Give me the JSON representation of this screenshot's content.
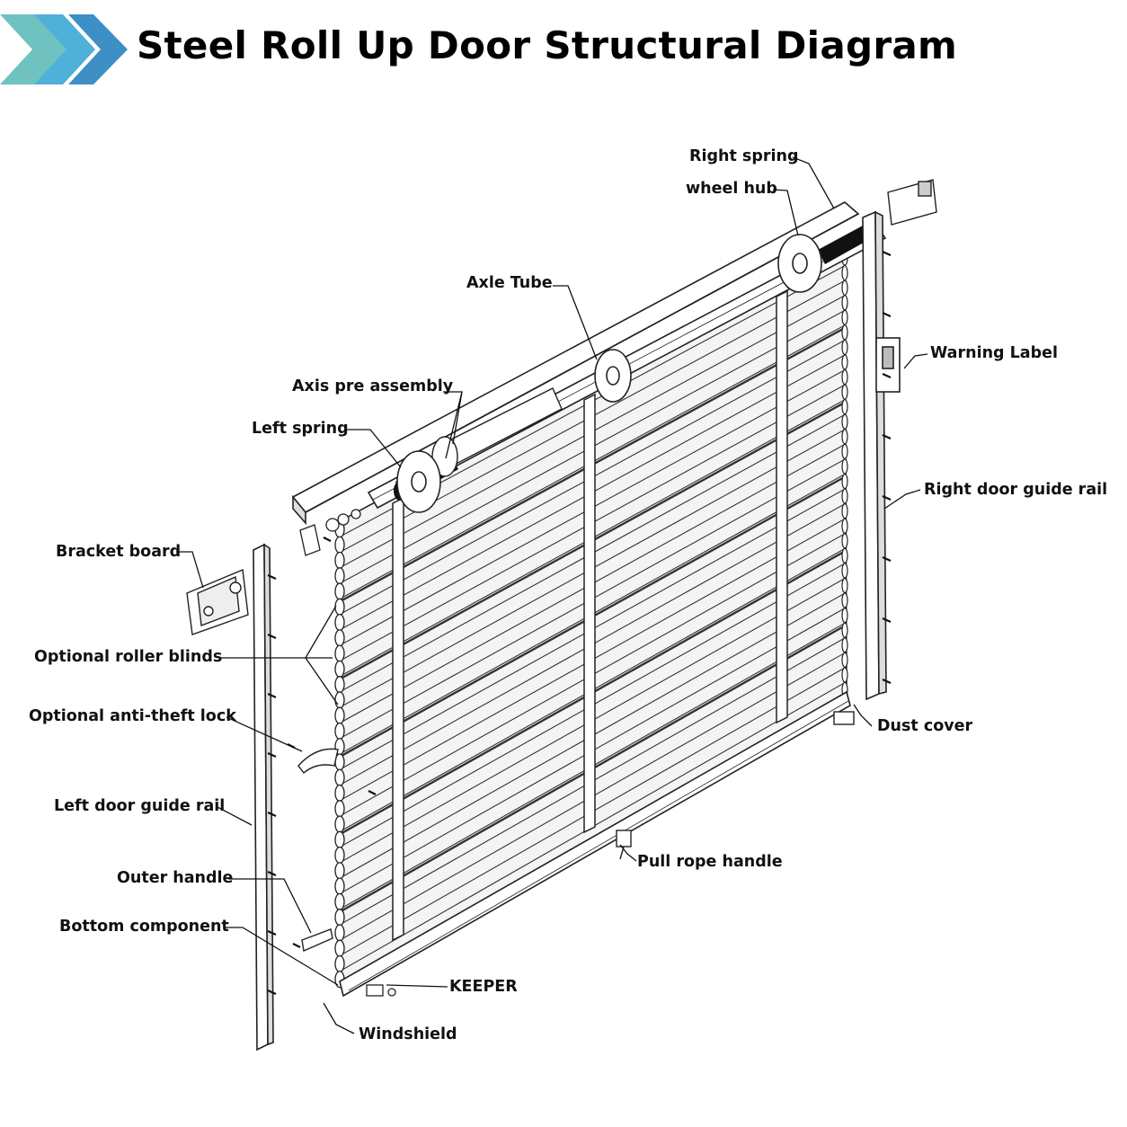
{
  "title": "Steel Roll Up Door Structural Diagram",
  "accent_colors": [
    "#4fb0d9",
    "#3d8fc6",
    "#6fc2c0"
  ],
  "icons": {
    "header": "chevron-arrows-icon"
  },
  "labels": {
    "right_spring": "Right spring",
    "wheel_hub": "wheel hub",
    "axle_tube": "Axle Tube",
    "warning_label": "Warning Label",
    "axis_pre_assembly": "Axis pre assembly",
    "left_spring": "Left spring",
    "right_door_guide_rail": "Right door guide rail",
    "bracket_board": "Bracket board",
    "optional_roller_blinds": "Optional roller blinds",
    "optional_anti_theft_lock": "Optional anti-theft lock",
    "dust_cover": "Dust cover",
    "left_door_guide_rail": "Left door guide rail",
    "pull_rope_handle": "Pull rope handle",
    "outer_handle": "Outer handle",
    "bottom_component": "Bottom component",
    "keeper": "KEEPER",
    "windshield": "Windshield"
  }
}
